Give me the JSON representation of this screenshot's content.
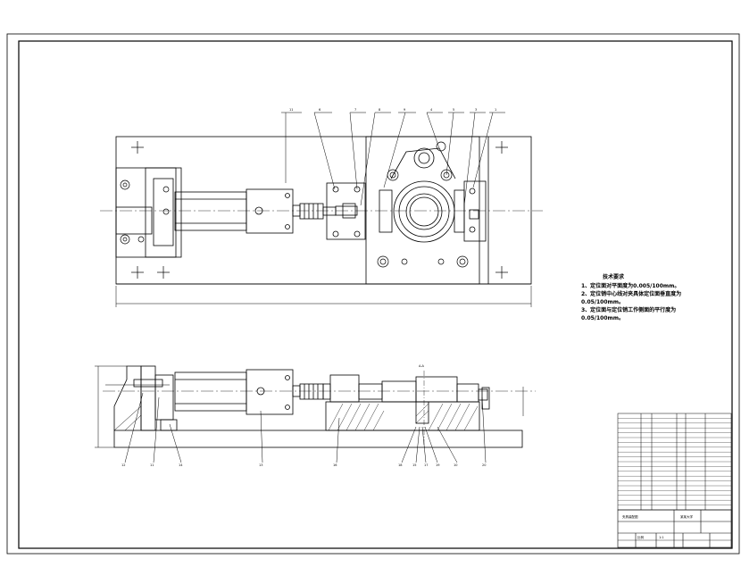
{
  "notes": {
    "title": "技术要求",
    "lines": [
      "1、定位面对平面度为0.005/100mm。",
      "2、定位销中心线对夹具体定位面垂直度为",
      "0.05/100mm。",
      "3、定位面与定位销工作侧面的平行度为",
      "0.05/100mm。"
    ]
  },
  "balloons_top": [
    "11",
    "6",
    "7",
    "8",
    "9",
    "4",
    "5",
    "3",
    "1"
  ],
  "balloons_bottom": [
    "12",
    "11",
    "14",
    "13",
    "16",
    "18",
    "15",
    "17",
    "19",
    "10",
    "20"
  ],
  "section_mark": "A-A",
  "title_block": {
    "company": "某某大学",
    "drawing_name": "夹具装配图",
    "scale_label": "比例",
    "scale": "1:1"
  },
  "colors": {
    "line": "#000000",
    "background": "#ffffff"
  }
}
